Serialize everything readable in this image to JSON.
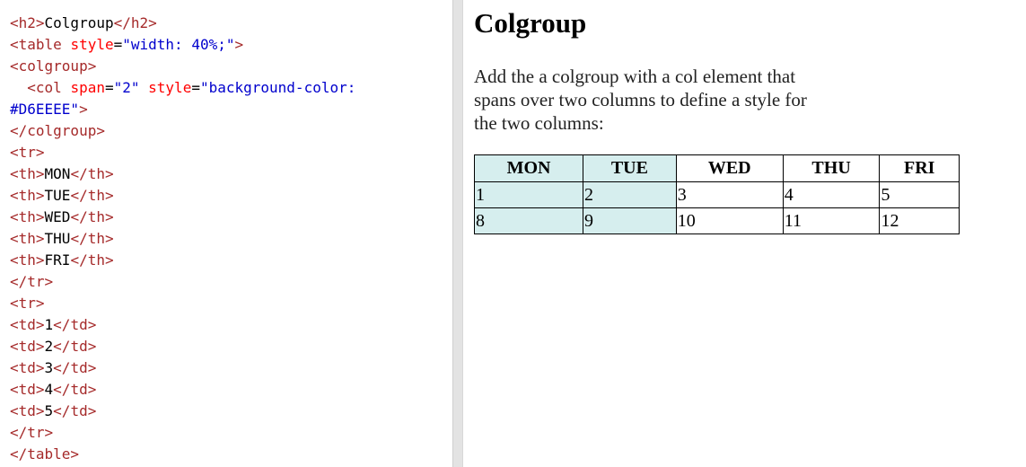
{
  "editor": {
    "lines": [
      [
        {
          "t": "tag",
          "v": "<h2>"
        },
        {
          "t": "txt",
          "v": "Colgroup"
        },
        {
          "t": "tag",
          "v": "</h2>"
        }
      ],
      [
        {
          "t": "tag",
          "v": "<table "
        },
        {
          "t": "attr",
          "v": "style"
        },
        {
          "t": "txt",
          "v": "="
        },
        {
          "t": "val",
          "v": "\"width: 40%;\""
        },
        {
          "t": "tag",
          "v": ">"
        }
      ],
      [
        {
          "t": "tag",
          "v": "<colgroup>"
        }
      ],
      [
        {
          "t": "tag",
          "v": "  <col "
        },
        {
          "t": "attr",
          "v": "span"
        },
        {
          "t": "txt",
          "v": "="
        },
        {
          "t": "val",
          "v": "\"2\""
        },
        {
          "t": "txt",
          "v": " "
        },
        {
          "t": "attr",
          "v": "style"
        },
        {
          "t": "txt",
          "v": "="
        },
        {
          "t": "val",
          "v": "\"background-color:"
        }
      ],
      [
        {
          "t": "val",
          "v": "#D6EEEE\""
        },
        {
          "t": "tag",
          "v": ">"
        }
      ],
      [
        {
          "t": "tag",
          "v": "</colgroup>"
        }
      ],
      [
        {
          "t": "tag",
          "v": "<tr>"
        }
      ],
      [
        {
          "t": "tag",
          "v": "<th>"
        },
        {
          "t": "txt",
          "v": "MON"
        },
        {
          "t": "tag",
          "v": "</th>"
        }
      ],
      [
        {
          "t": "tag",
          "v": "<th>"
        },
        {
          "t": "txt",
          "v": "TUE"
        },
        {
          "t": "tag",
          "v": "</th>"
        }
      ],
      [
        {
          "t": "tag",
          "v": "<th>"
        },
        {
          "t": "txt",
          "v": "WED"
        },
        {
          "t": "tag",
          "v": "</th>"
        }
      ],
      [
        {
          "t": "tag",
          "v": "<th>"
        },
        {
          "t": "txt",
          "v": "THU"
        },
        {
          "t": "tag",
          "v": "</th>"
        }
      ],
      [
        {
          "t": "tag",
          "v": "<th>"
        },
        {
          "t": "txt",
          "v": "FRI"
        },
        {
          "t": "tag",
          "v": "</th>"
        }
      ],
      [
        {
          "t": "tag",
          "v": "</tr>"
        }
      ],
      [
        {
          "t": "tag",
          "v": "<tr>"
        }
      ],
      [
        {
          "t": "tag",
          "v": "<td>"
        },
        {
          "t": "txt",
          "v": "1"
        },
        {
          "t": "tag",
          "v": "</td>"
        }
      ],
      [
        {
          "t": "tag",
          "v": "<td>"
        },
        {
          "t": "txt",
          "v": "2"
        },
        {
          "t": "tag",
          "v": "</td>"
        }
      ],
      [
        {
          "t": "tag",
          "v": "<td>"
        },
        {
          "t": "txt",
          "v": "3"
        },
        {
          "t": "tag",
          "v": "</td>"
        }
      ],
      [
        {
          "t": "tag",
          "v": "<td>"
        },
        {
          "t": "txt",
          "v": "4"
        },
        {
          "t": "tag",
          "v": "</td>"
        }
      ],
      [
        {
          "t": "tag",
          "v": "<td>"
        },
        {
          "t": "txt",
          "v": "5"
        },
        {
          "t": "tag",
          "v": "</td>"
        }
      ],
      [
        {
          "t": "tag",
          "v": "</tr>"
        }
      ],
      [
        {
          "t": "tag",
          "v": "</table>"
        }
      ]
    ]
  },
  "preview": {
    "heading": "Colgroup",
    "description": "Add the a colgroup with a col element that spans over two columns to define a style for the two columns:",
    "table": {
      "headers": [
        "MON",
        "TUE",
        "WED",
        "THU",
        "FRI"
      ],
      "rows": [
        [
          "1",
          "2",
          "3",
          "4",
          "5"
        ],
        [
          "8",
          "9",
          "10",
          "11",
          "12"
        ]
      ],
      "shaded_span": 2,
      "shade_color": "#D6EEEE"
    }
  },
  "colors": {
    "tag": "#a52a2a",
    "attribute": "#ff0000",
    "value": "#0000cd",
    "divider": "#e3e3e3"
  }
}
